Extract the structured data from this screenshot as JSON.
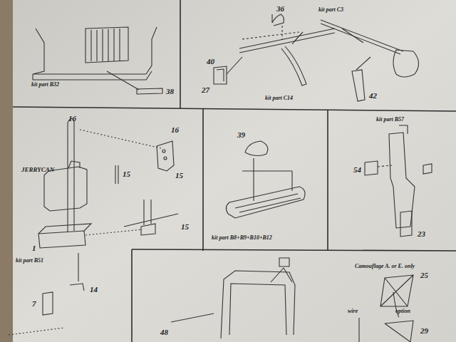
{
  "diagram": {
    "labels": [
      "kit part B32",
      "38",
      "36",
      "kit part C3",
      "40",
      "27",
      "kit part C14",
      "42",
      "16",
      "16",
      "JERRYCAN",
      "15",
      "15",
      "15",
      "1",
      "kit part B51",
      "14",
      "7",
      "39",
      "kit part B8+B9+B10+B12",
      "kit part B57",
      "54",
      "23",
      "48",
      "Camouflage A. or E. only",
      "25",
      "wire",
      "option",
      "29"
    ]
  }
}
